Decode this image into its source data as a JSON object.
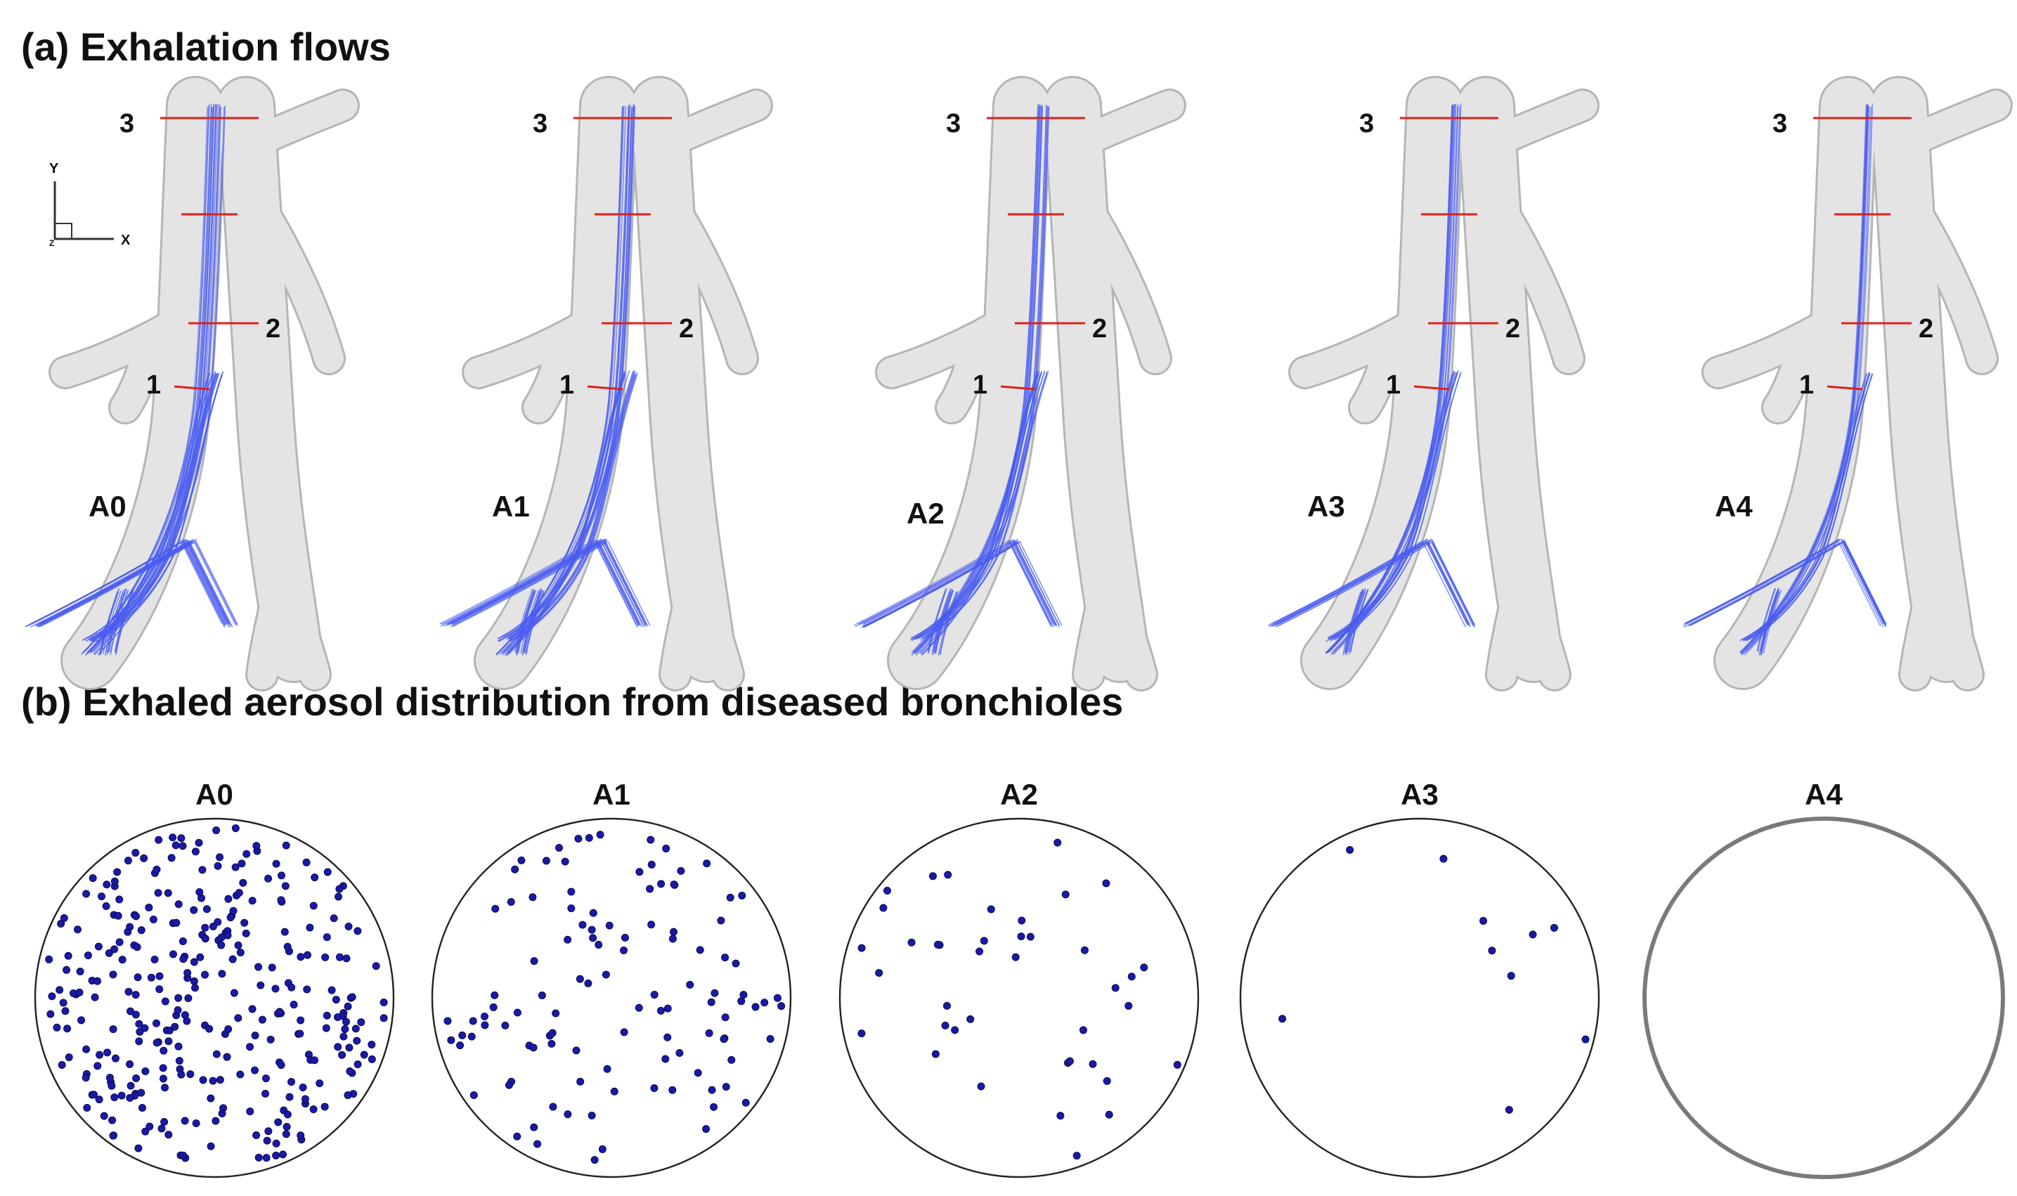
{
  "section_a": {
    "title": "(a) Exhalation flows"
  },
  "section_b": {
    "title": "(b) Exhaled aerosol distribution from diseased bronchioles"
  },
  "axis_triad": {
    "y_label": "Y",
    "x_label": "X",
    "z_label": "Z"
  },
  "cases": [
    {
      "label": "A0",
      "stations": [
        "1",
        "2",
        "3"
      ],
      "streamline_density": 1.0,
      "particle_count": 320
    },
    {
      "label": "A1",
      "stations": [
        "1",
        "2",
        "3"
      ],
      "streamline_density": 0.85,
      "particle_count": 110
    },
    {
      "label": "A2",
      "stations": [
        "1",
        "2",
        "3"
      ],
      "streamline_density": 0.7,
      "particle_count": 40
    },
    {
      "label": "A3",
      "stations": [
        "1",
        "2",
        "3"
      ],
      "streamline_density": 0.55,
      "particle_count": 10
    },
    {
      "label": "A4",
      "stations": [
        "1",
        "2",
        "3"
      ],
      "streamline_density": 0.4,
      "particle_count": 0
    }
  ],
  "colors": {
    "airway": "#e4e4e4",
    "airway_edge": "#b5b5b5",
    "streamline": "#4a5cf0",
    "station_line": "#e0201c",
    "particle": "#1a1aa6",
    "circle": "#222222",
    "circle_empty": "#7a7a7a"
  }
}
